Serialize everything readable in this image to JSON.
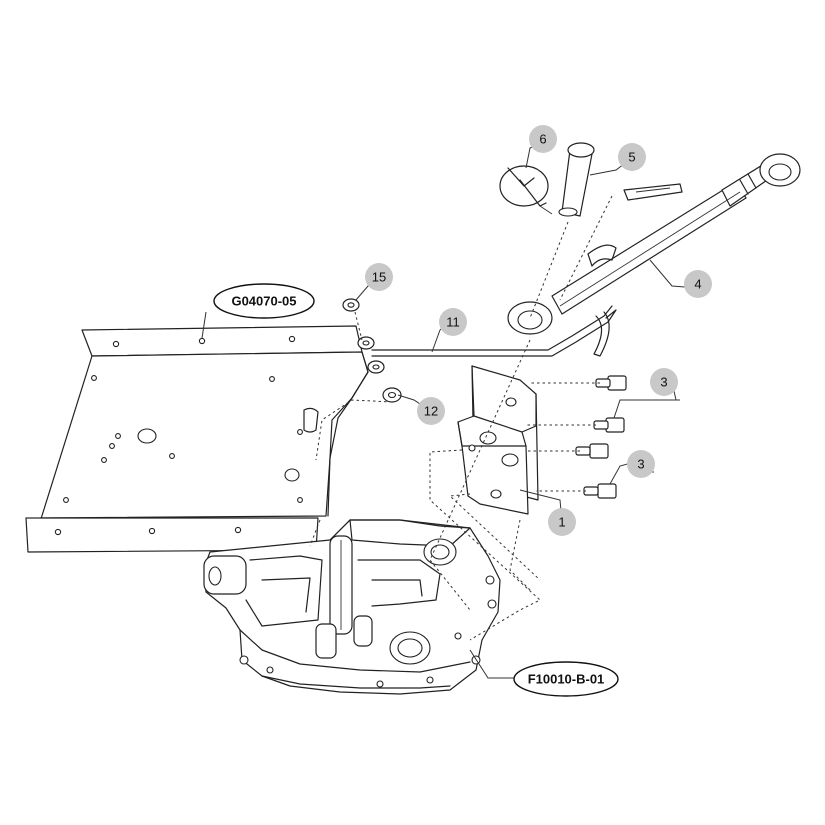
{
  "callouts": {
    "c1": "1",
    "c3a": "3",
    "c3b": "3",
    "c4": "4",
    "c5": "5",
    "c6": "6",
    "c11": "11",
    "c12": "12",
    "c15": "15"
  },
  "part_codes": {
    "plate": "G04070-05",
    "pump": "F10010-B-01"
  }
}
